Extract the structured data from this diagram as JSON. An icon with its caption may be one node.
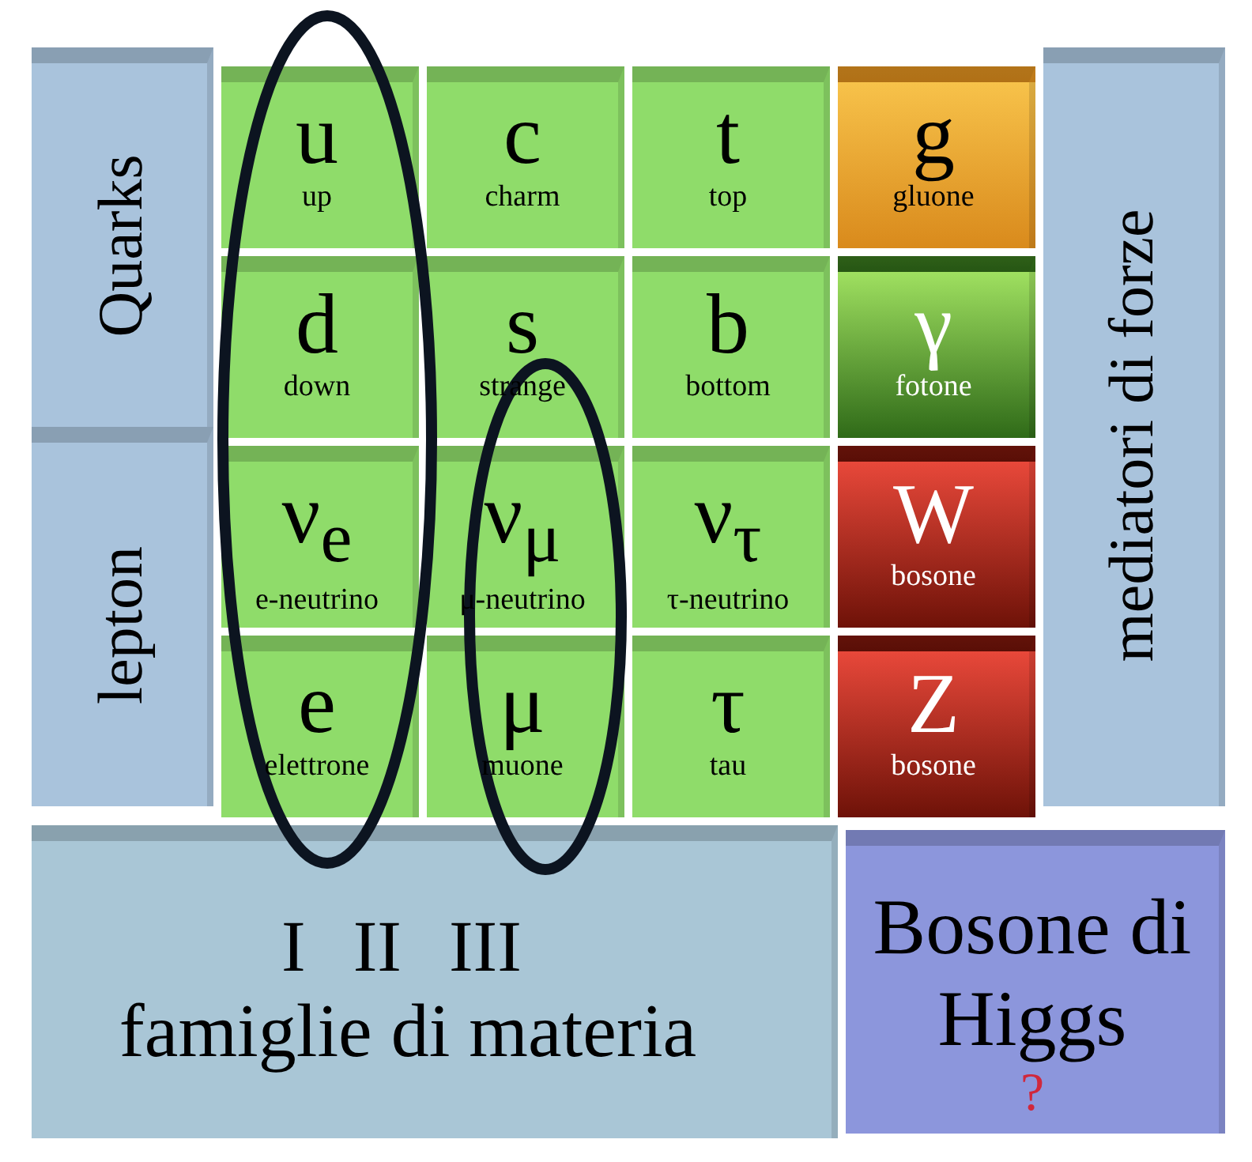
{
  "diagram": {
    "nodes": [
      {
        "text": [
          "Quarks"
        ]
      },
      {
        "text": [
          "u",
          "up"
        ]
      },
      {
        "text": [
          "c",
          "charm"
        ]
      },
      {
        "text": [
          "t",
          "top"
        ]
      },
      {
        "text": [
          "g",
          "gluone"
        ]
      },
      {
        "text": [
          "mediatori di forze"
        ]
      },
      {
        "text": [
          "d",
          "down"
        ]
      },
      {
        "text": [
          "s",
          "strange"
        ]
      },
      {
        "text": [
          "b",
          "bottom"
        ]
      },
      {
        "text": [
          "γ",
          "fotone"
        ]
      },
      {
        "text": [
          "lepton"
        ]
      },
      {
        "text": [
          "ν$_{e}$",
          "e-neutrino"
        ]
      },
      {
        "text": [
          "ν$_{μ}$",
          "μ-neutrino"
        ]
      },
      {
        "text": [
          "ν$_{τ}$",
          "τ-neutrino"
        ]
      },
      {
        "text": [
          "W",
          "bosone"
        ]
      },
      {
        "text": [
          "e",
          "elettrone"
        ]
      },
      {
        "text": [
          "μ",
          "muone"
        ]
      },
      {
        "text": [
          "τ",
          "tau"
        ]
      },
      {
        "text": [
          "Z",
          "bosone"
        ]
      },
      {
        "text": [
          "I",
          "II",
          "III",
          "famiglie di materia"
        ]
      },
      {
        "text": [
          "Bosone di Higgs",
          "?"
        ]
      }
    ]
  }
}
